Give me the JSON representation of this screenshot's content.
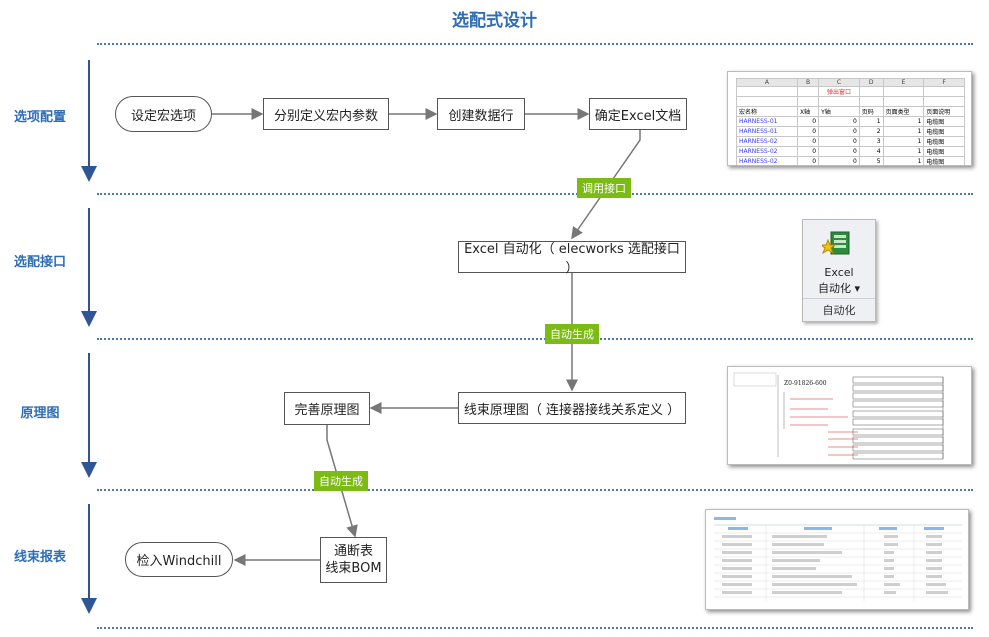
{
  "title": "选配式设计",
  "sections": [
    {
      "label": "选项配置"
    },
    {
      "label": "选配接口"
    },
    {
      "label": "原理图"
    },
    {
      "label": "线束报表"
    }
  ],
  "nodes": {
    "set_macro": "设定宏选项",
    "define_params": "分别定义宏内参数",
    "create_rows": "创建数据行",
    "confirm_excel": "确定Excel文档",
    "excel_automation": "Excel 自动化（ elecworks 选配接口 ）",
    "harness_schematic": "线束原理图（ 连接器接线关系定义 ）",
    "improve_schematic": "完善原理图",
    "report_line1": "通断表",
    "report_line2": "线束BOM",
    "checkin": "检入Windchill"
  },
  "edge_labels": {
    "call_interface": "调用接口",
    "auto_gen_1": "自动生成",
    "auto_gen_2": "自动生成"
  },
  "excel_thumb": {
    "col_letters": [
      "A",
      "B",
      "C",
      "D",
      "E",
      "F"
    ],
    "popup_label": "弹出窗口",
    "headers": [
      "宏名称",
      "X轴",
      "Y轴",
      "页码",
      "页面类型",
      "页面说明"
    ],
    "rows": [
      [
        "HARNESS-01",
        "0",
        "0",
        "1",
        "1",
        "电缆图"
      ],
      [
        "HARNESS-01",
        "0",
        "0",
        "2",
        "1",
        "电缆图"
      ],
      [
        "HARNESS-02",
        "0",
        "0",
        "3",
        "1",
        "电缆图"
      ],
      [
        "HARNESS-02",
        "0",
        "0",
        "4",
        "1",
        "电缆图"
      ],
      [
        "HARNESS-02",
        "0",
        "0",
        "5",
        "1",
        "电缆图"
      ]
    ]
  },
  "ribbon": {
    "line1": "Excel",
    "line2": "自动化",
    "group_label": "自动化"
  },
  "schematic_thumb": {
    "part_label": "Z0-91826-600"
  },
  "colors": {
    "accent": "#2f6db5",
    "green_tag": "#7cbb14",
    "line": "#777777"
  }
}
